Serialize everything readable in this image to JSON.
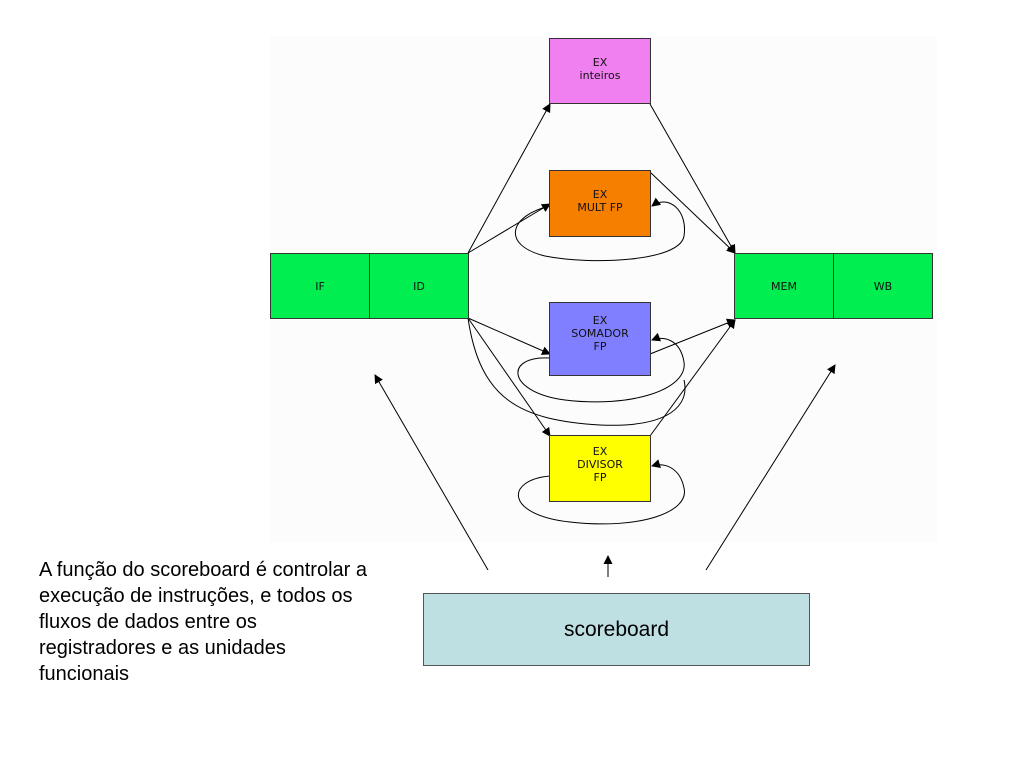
{
  "diagram": {
    "stages": {
      "if_label": "IF",
      "id_label": "ID",
      "mem_label": "MEM",
      "wb_label": "WB"
    },
    "units": {
      "inteiros": {
        "line1": "EX",
        "line2": "inteiros",
        "line3": ""
      },
      "mult_fp": {
        "line1": "EX",
        "line2": "MULT FP",
        "line3": ""
      },
      "somador_fp": {
        "line1": "EX",
        "line2": "SOMADOR",
        "line3": "FP"
      },
      "divisor_fp": {
        "line1": "EX",
        "line2": "DIVISOR",
        "line3": "FP"
      }
    },
    "scoreboard_label": "scoreboard"
  },
  "caption": {
    "text": "A  função do scoreboard é controlar a execução de instruções, e todos os fluxos de dados entre os registradores e as unidades funcionais"
  },
  "colors": {
    "stage_green": "#00ee50",
    "ex_inteiros": "#f07ff0",
    "ex_mult_fp": "#f77f00",
    "ex_somador_fp": "#7f7fff",
    "ex_divisor_fp": "#ffff00",
    "scoreboard_fill": "#bfe0e3"
  }
}
